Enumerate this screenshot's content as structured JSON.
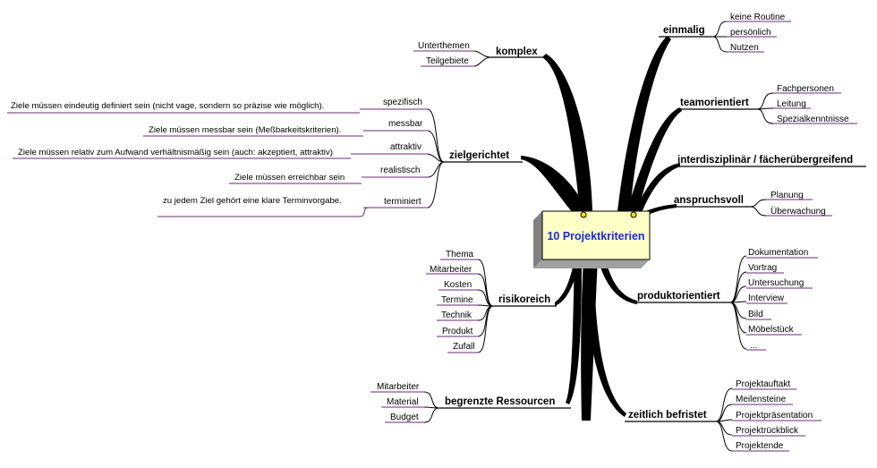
{
  "central": {
    "title": "10 Projektkriterien",
    "color": "#1a2bd6",
    "fill": "#ffffc8"
  },
  "colors": {
    "leaf_underline": "#6b2b7a",
    "branch": "#000000"
  },
  "branches": {
    "komplex": {
      "label": "komplex",
      "children": [
        "Unterthemen",
        "Teilgebiete"
      ]
    },
    "zielgerichtet": {
      "label": "zielgerichtet",
      "children": [
        {
          "label": "spezifisch",
          "note": "Ziele müssen eindeutig definiert sein (nicht vage, sondern so präzise wie möglich)."
        },
        {
          "label": "messbar",
          "note": "Ziele müssen messbar sein (Meßbarkeitskriterien)."
        },
        {
          "label": "attraktiv",
          "note": "Ziele müssen relativ zum Aufwand verhältnismäßig sein (auch: akzeptiert, attraktiv)"
        },
        {
          "label": "realistisch",
          "note": "Ziele müssen erreichbar sein"
        },
        {
          "label": "terminiert",
          "note": "zu jedem Ziel gehört eine klare Terminvorgabe."
        }
      ]
    },
    "risikoreich": {
      "label": "risikoreich",
      "children": [
        "Thema",
        "Mitarbeiter",
        "Kosten",
        "Termine",
        "Technik",
        "Produkt",
        "Zufall"
      ]
    },
    "ressourcen": {
      "label": "begrenzte Ressourcen",
      "children": [
        "Mitarbeiter",
        "Material",
        "Budget"
      ]
    },
    "einmalig": {
      "label": "einmalig",
      "children": [
        "keine Routine",
        "persönlich",
        "Nutzen"
      ]
    },
    "teamorientiert": {
      "label": "teamorientiert",
      "children": [
        "Fachpersonen",
        "Leitung",
        "Spezialkenntnisse"
      ]
    },
    "interdisziplinaer": {
      "label": "interdisziplinär / fächerübergreifend"
    },
    "anspruchsvoll": {
      "label": "anspruchsvoll",
      "children": [
        "Planung",
        "Überwachung"
      ]
    },
    "produktorientiert": {
      "label": "produktorientiert",
      "children": [
        "Dokumentation",
        "Vortrag",
        "Untersuchung",
        "Interview",
        "Bild",
        "Möbelstück",
        "..."
      ]
    },
    "zeitlich": {
      "label": "zeitlich befristet",
      "children": [
        "Projektauftakt",
        "Meilensteine",
        "Projektpräsentation",
        "Projektrückblick",
        "Projektende"
      ]
    }
  }
}
